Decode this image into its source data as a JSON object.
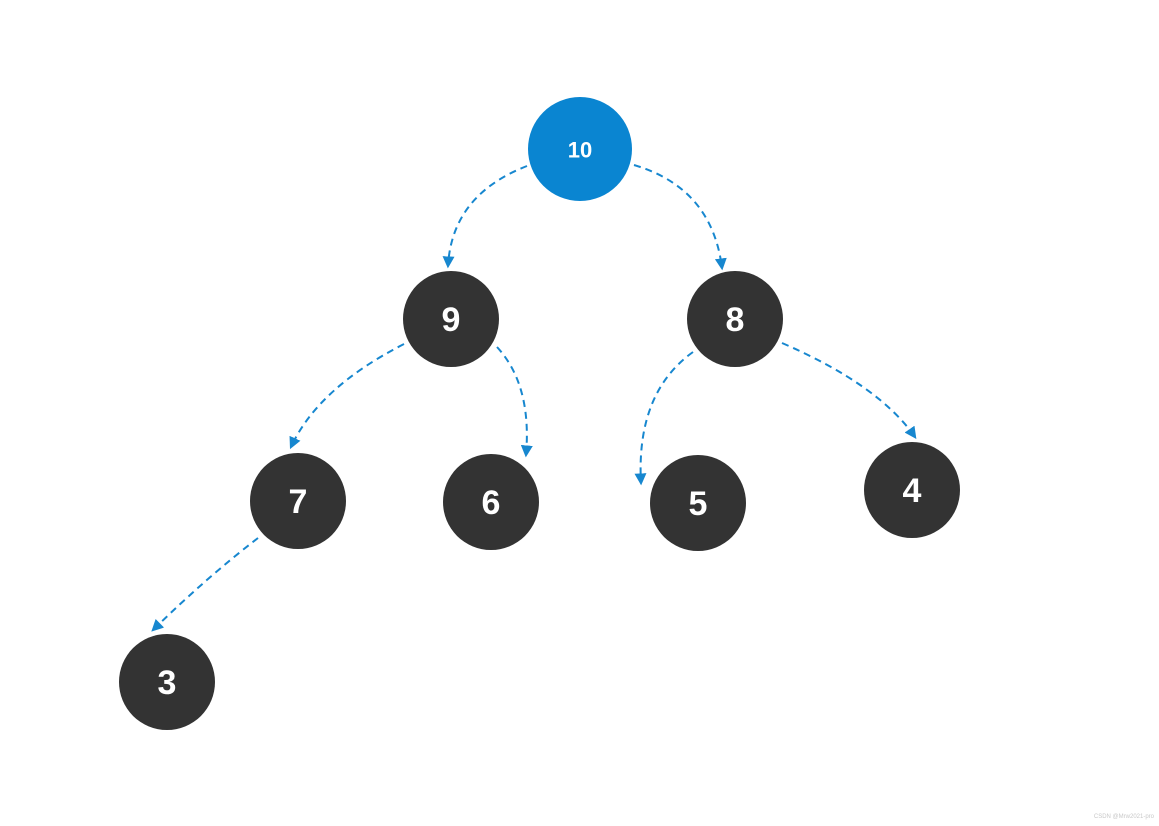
{
  "diagram": {
    "type": "binary-heap-tree",
    "colors": {
      "root_fill": "#0a85d1",
      "node_fill": "#333333",
      "edge": "#1787cf",
      "label": "#ffffff"
    },
    "nodes": [
      {
        "id": "n10",
        "label": "10",
        "role": "root"
      },
      {
        "id": "n9",
        "label": "9"
      },
      {
        "id": "n8",
        "label": "8"
      },
      {
        "id": "n7",
        "label": "7"
      },
      {
        "id": "n6",
        "label": "6"
      },
      {
        "id": "n5",
        "label": "5"
      },
      {
        "id": "n4",
        "label": "4"
      },
      {
        "id": "n3",
        "label": "3"
      }
    ],
    "edges": [
      {
        "from": "n10",
        "to": "n9",
        "style": "dashed-arrow"
      },
      {
        "from": "n10",
        "to": "n8",
        "style": "dashed-arrow"
      },
      {
        "from": "n9",
        "to": "n7",
        "style": "dashed-arrow"
      },
      {
        "from": "n9",
        "to": "n6",
        "style": "dashed-arrow"
      },
      {
        "from": "n8",
        "to": "n5",
        "style": "dashed-arrow"
      },
      {
        "from": "n8",
        "to": "n4",
        "style": "dashed-arrow"
      },
      {
        "from": "n7",
        "to": "n3",
        "style": "dashed-arrow"
      }
    ]
  },
  "watermark": "CSDN @Mrw2021-pro"
}
